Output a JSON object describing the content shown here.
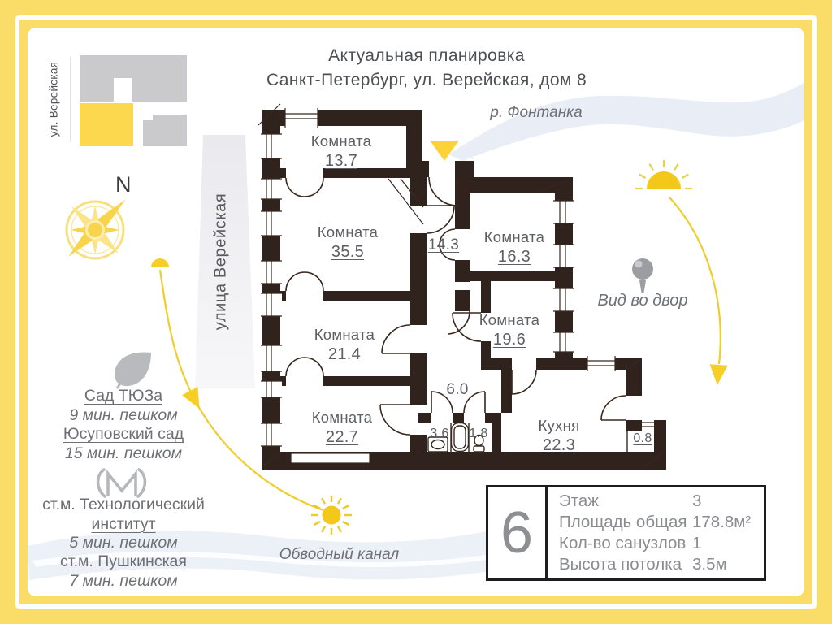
{
  "title": {
    "line1": "Актуальная планировка",
    "line2": "Санкт-Петербург, ул. Верейская, дом 8"
  },
  "map_labels": {
    "street_small": "ул. Верейская",
    "street": "улица Верейская",
    "river": "р. Фонтанка",
    "canal": "Обводный канал",
    "compass_north": "N",
    "courtyard_view": "Вид во двор"
  },
  "landmarks": {
    "park1_name": "Сад ТЮЗа",
    "park1_time": "9 мин. пешком",
    "park2_name": "Юсуповский сад",
    "park2_time": "15 мин. пешком",
    "metro1_name": "ст.м. Технологический институт",
    "metro1_time": "5 мин. пешком",
    "metro2_name": "ст.м. Пушкинская",
    "metro2_time": "7 мин. пешком"
  },
  "plan": {
    "rooms": [
      {
        "name": "Комната",
        "area": "13.7"
      },
      {
        "name": "Комната",
        "area": "35.5"
      },
      {
        "name": "",
        "area": "14.3"
      },
      {
        "name": "Комната",
        "area": "16.3"
      },
      {
        "name": "Комната",
        "area": "21.4"
      },
      {
        "name": "Комната",
        "area": "19.6"
      },
      {
        "name": "",
        "area": "6.0"
      },
      {
        "name": "Комната",
        "area": "22.7"
      },
      {
        "name": "",
        "area": "3.6"
      },
      {
        "name": "",
        "area": "1.8"
      },
      {
        "name": "Кухня",
        "area": "22.3"
      },
      {
        "name": "",
        "area": "0.8"
      }
    ]
  },
  "info_box": {
    "rooms_count": "6",
    "rows": [
      {
        "label": "Этаж",
        "value": "3"
      },
      {
        "label": "Площадь общая",
        "value": "178.8м²"
      },
      {
        "label": "Кол-во санузлов",
        "value": "1"
      },
      {
        "label": "Высота потолка",
        "value": "3.5м"
      }
    ]
  },
  "colors": {
    "frame_yellow": "#fadd68",
    "wall": "#30221d",
    "accent_yellow": "#f5ce27",
    "sun": "#f3c81a",
    "text_gray": "#6e6f74"
  }
}
